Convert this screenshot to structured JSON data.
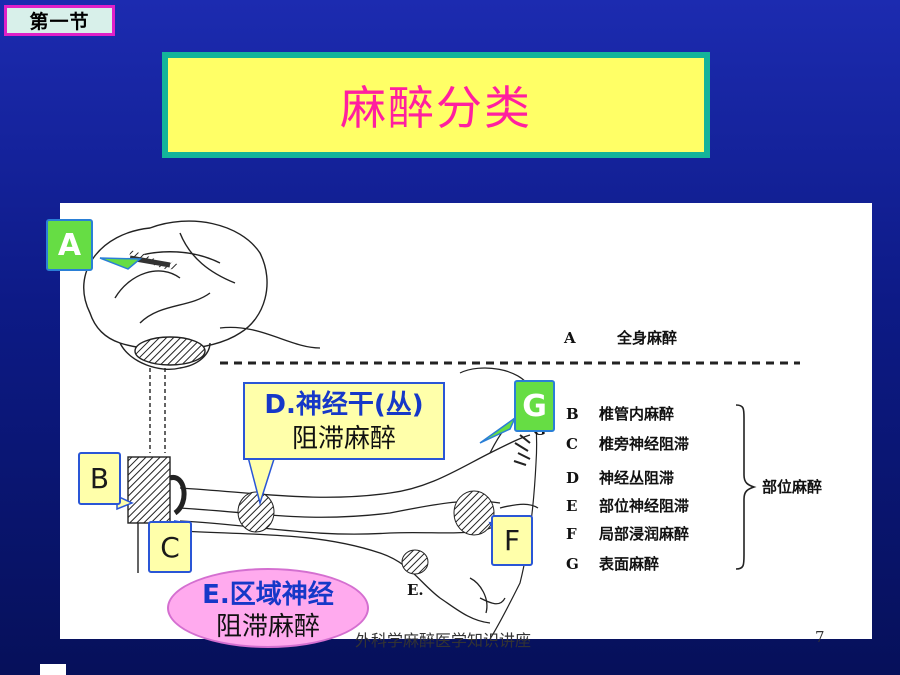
{
  "section_label": "第一节",
  "title": "麻醉分类",
  "legend": {
    "general": {
      "letter": "A",
      "text": "全身麻醉"
    },
    "items": [
      {
        "letter": "B",
        "text": "椎管内麻醉"
      },
      {
        "letter": "C",
        "text": "椎旁神经阻滞"
      },
      {
        "letter": "D",
        "text": "神经丛阻滞"
      },
      {
        "letter": "E",
        "text": "部位神经阻滞"
      },
      {
        "letter": "F",
        "text": "局部浸润麻醉"
      },
      {
        "letter": "G",
        "text": "表面麻醉"
      }
    ],
    "group_label": "部位麻醉"
  },
  "figure_marks": {
    "g": "G",
    "e": "E."
  },
  "callouts": {
    "a": "A",
    "b": "B",
    "c": "C",
    "f": "F",
    "g": "G",
    "d_line1": "D.神经干(丛)",
    "d_line2": "阻滞麻醉",
    "e_line1": "E.区域神经",
    "e_line2": "阻滞麻醉"
  },
  "footer": "外科学麻醉医学知识讲座",
  "page_number": "7"
}
